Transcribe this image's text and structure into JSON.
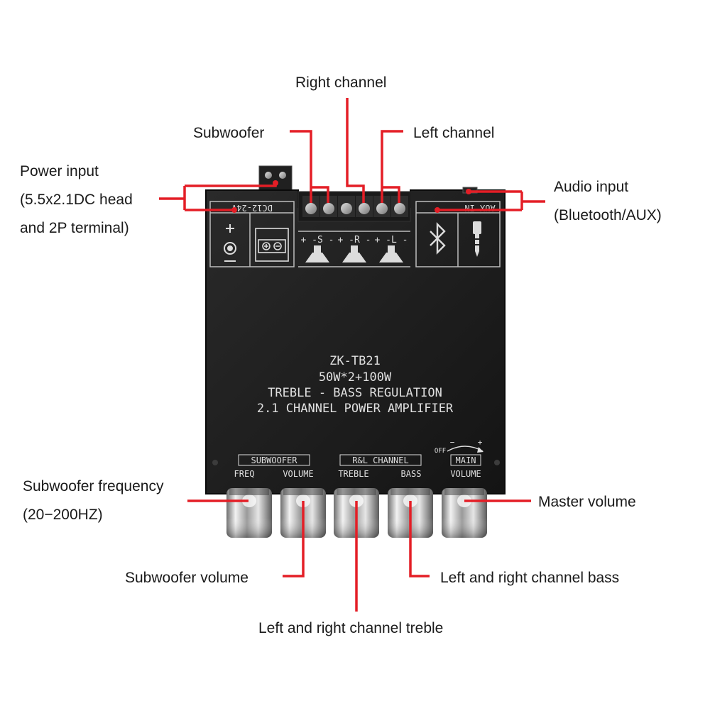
{
  "callouts": {
    "right_channel": "Right channel",
    "subwoofer": "Subwoofer",
    "left_channel": "Left channel",
    "power_input": [
      "Power input",
      "(5.5x2.1DC head",
      "and 2P terminal)"
    ],
    "audio_input": [
      "Audio input",
      "(Bluetooth/AUX)"
    ],
    "subwoofer_frequency": [
      "Subwoofer frequency",
      "(20−200HZ)"
    ],
    "master_volume": "Master volume",
    "subwoofer_volume": "Subwoofer volume",
    "lr_bass": "Left and right channel bass",
    "lr_treble": "Left and right channel treble"
  },
  "board": {
    "top_panel": {
      "dc_label": "DC12-24V",
      "aux_label": "AUX IN",
      "speaker_labels": [
        "+ -S -",
        "+ -R -",
        "+ -L -"
      ]
    },
    "center_text": [
      "ZK-TB21",
      "50W*2+100W",
      "TREBLE - BASS REGULATION",
      "2.1 CHANNEL POWER AMPLIFIER"
    ],
    "knob_groups": {
      "subwoofer": {
        "title": "SUBWOOFER",
        "labels": [
          "FREQ",
          "VOLUME"
        ]
      },
      "rl_channel": {
        "title": "R&L CHANNEL",
        "labels": [
          "TREBLE",
          "BASS"
        ]
      },
      "main": {
        "title": "MAIN",
        "labels": [
          "VOLUME"
        ],
        "off_label": "OFF",
        "minus": "−",
        "plus": "+"
      }
    }
  },
  "colors": {
    "leader_line": "#e41e26",
    "board": "#1e1e1e",
    "board_text": "#dcdcdc",
    "knob_chrome": "#c8c8c8"
  }
}
